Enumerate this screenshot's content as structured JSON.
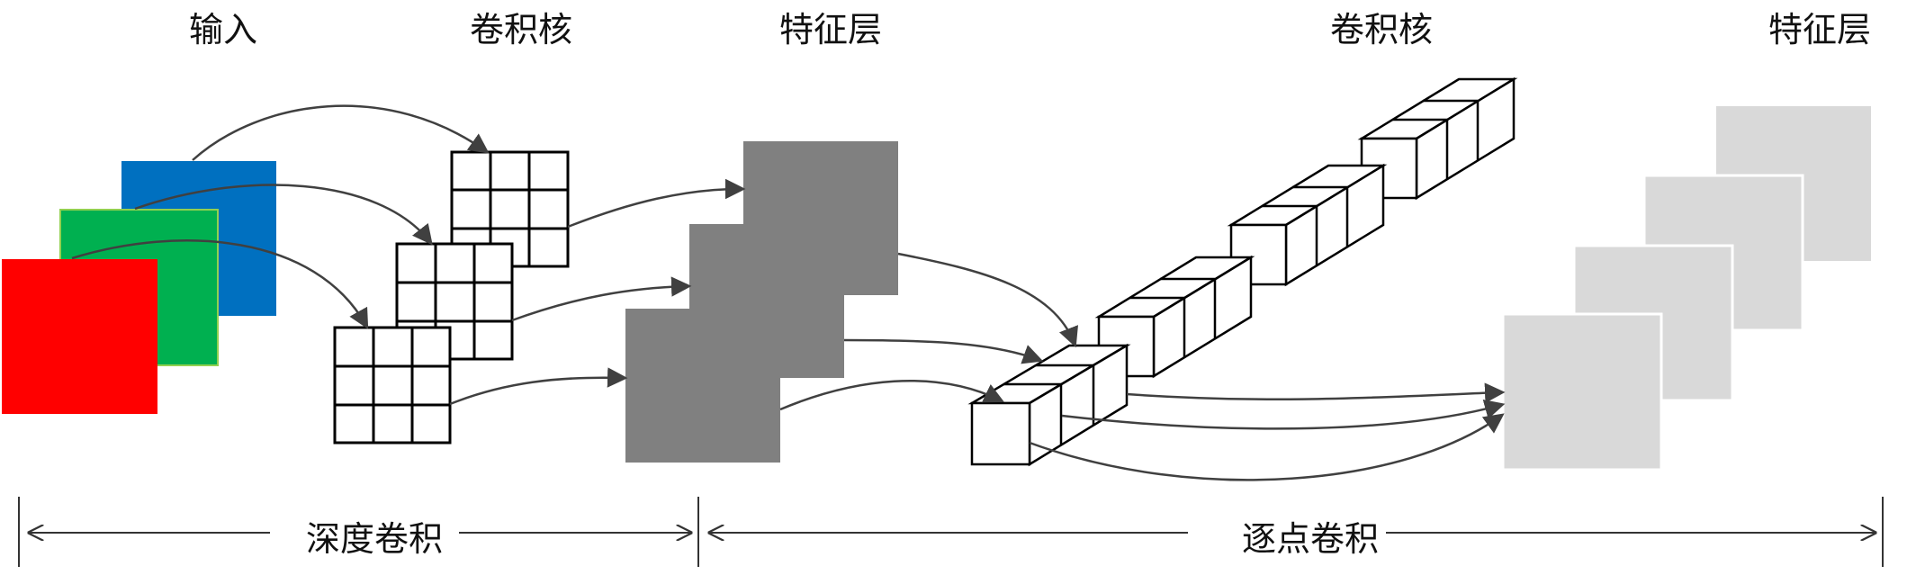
{
  "labels": {
    "input": "输入",
    "kernel_1": "卷积核",
    "feature_1": "特征层",
    "kernel_2": "卷积核",
    "feature_2": "特征层"
  },
  "ranges": {
    "depthwise": "深度卷积",
    "pointwise": "逐点卷积"
  },
  "colors": {
    "input_red": "#ff0000",
    "input_green": "#00b050",
    "input_blue": "#0070c0",
    "feature_dark": "#808080",
    "feature_light": "#d9d9d9",
    "stroke": "#000000",
    "arrow": "#404040"
  }
}
